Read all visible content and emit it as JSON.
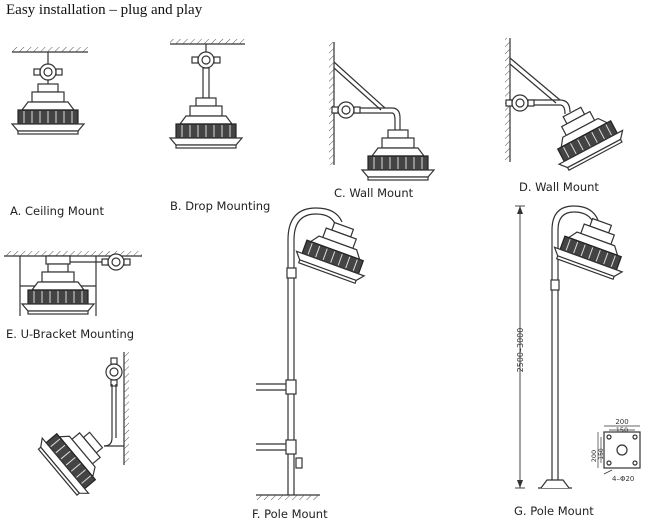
{
  "title": "Easy installation – plug and play",
  "captions": {
    "a": "A. Ceiling Mount",
    "b": "B. Drop Mounting",
    "c": "C. Wall Mount",
    "d": "D. Wall Mount",
    "e": "E. U-Bracket Mounting",
    "f": "F. Pole Mount",
    "g": "G. Pole Mount"
  },
  "dimensions": {
    "pole_height": "2500–3000",
    "base_outer": "200",
    "base_inner": "150",
    "bolts": "4–Φ20"
  }
}
